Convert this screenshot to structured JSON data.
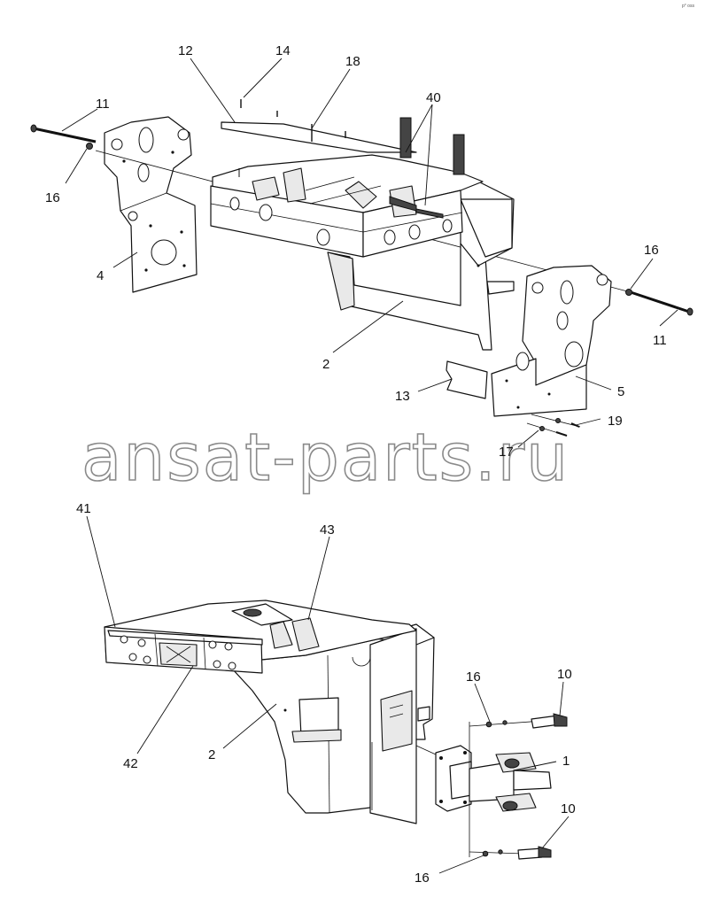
{
  "watermark": "ansat-parts.ru",
  "corner_mark": "p° oss",
  "callouts": [
    {
      "id": "c12",
      "text": "12"
    },
    {
      "id": "c14",
      "text": "14"
    },
    {
      "id": "c18",
      "text": "18"
    },
    {
      "id": "c40",
      "text": "40"
    },
    {
      "id": "c11a",
      "text": "11"
    },
    {
      "id": "c16a",
      "text": "16"
    },
    {
      "id": "c4",
      "text": "4"
    },
    {
      "id": "c16b",
      "text": "16"
    },
    {
      "id": "c11b",
      "text": "11"
    },
    {
      "id": "c2a",
      "text": "2"
    },
    {
      "id": "c13",
      "text": "13"
    },
    {
      "id": "c5",
      "text": "5"
    },
    {
      "id": "c19",
      "text": "19"
    },
    {
      "id": "c17",
      "text": "17"
    },
    {
      "id": "c41",
      "text": "41"
    },
    {
      "id": "c43",
      "text": "43"
    },
    {
      "id": "c16c",
      "text": "16"
    },
    {
      "id": "c10a",
      "text": "10"
    },
    {
      "id": "c1",
      "text": "1"
    },
    {
      "id": "c42",
      "text": "42"
    },
    {
      "id": "c2b",
      "text": "2"
    },
    {
      "id": "c10b",
      "text": "10"
    },
    {
      "id": "c16d",
      "text": "16"
    }
  ]
}
